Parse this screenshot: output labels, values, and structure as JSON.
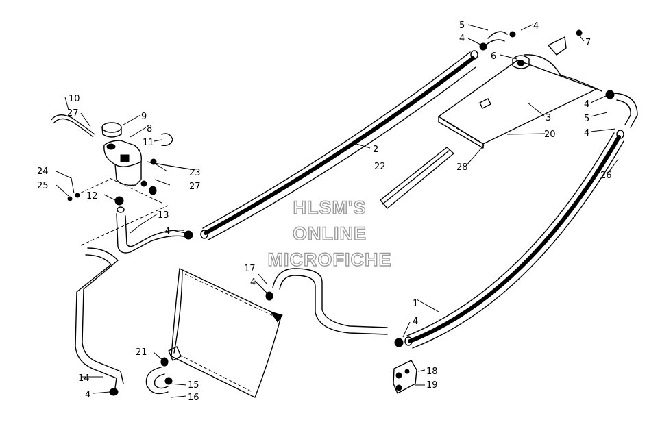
{
  "watermark": {
    "line1": "HLSM'S",
    "line2": "ONLINE",
    "line3": "MICROFICHE"
  },
  "callouts": [
    "1",
    "2",
    "3",
    "4",
    "4",
    "4",
    "4",
    "4",
    "4",
    "4",
    "4",
    "5",
    "5",
    "6",
    "7",
    "8",
    "9",
    "10",
    "11",
    "12",
    "13",
    "14",
    "15",
    "16",
    "17",
    "18",
    "19",
    "20",
    "21",
    "22",
    "23",
    "24",
    "25",
    "26",
    "27",
    "27",
    "28"
  ]
}
